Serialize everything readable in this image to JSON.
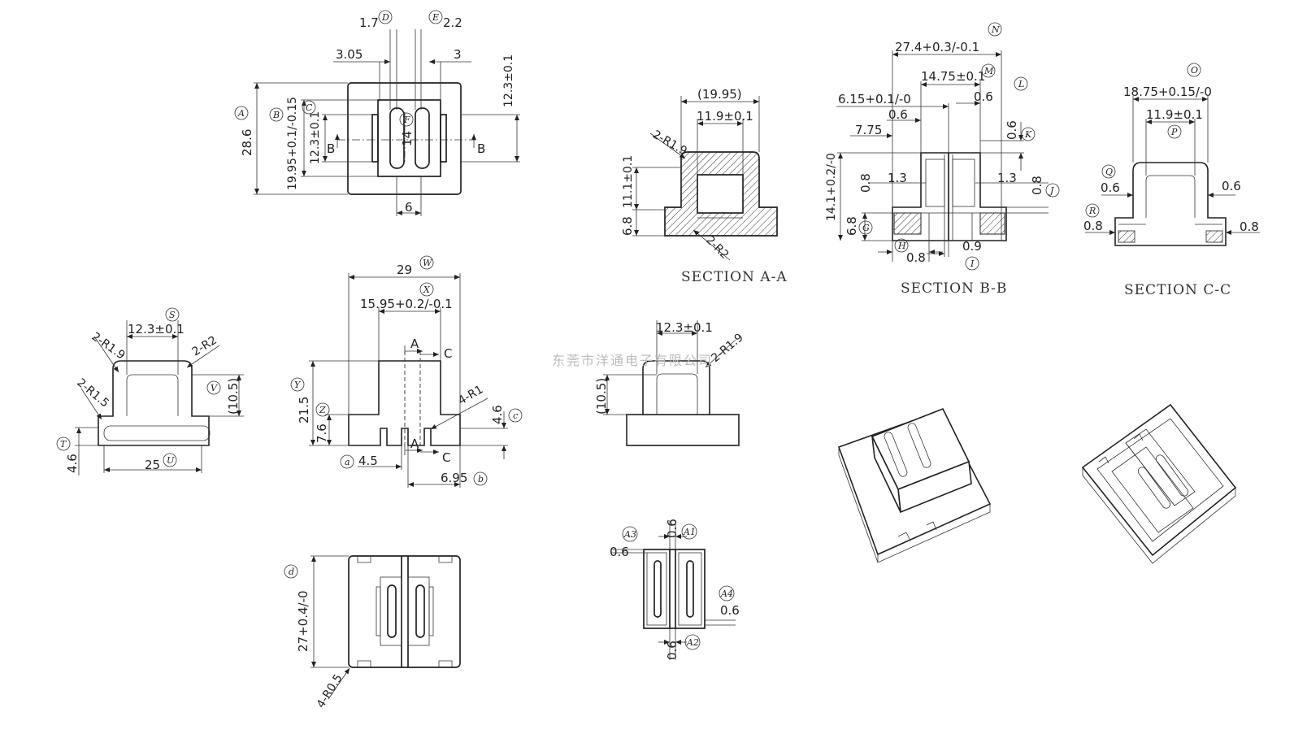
{
  "watermark": "东莞市洋通电子有限公司",
  "sections": {
    "aa": "SECTION A-A",
    "bb": "SECTION B-B",
    "cc": "SECTION C-C"
  },
  "top_view": {
    "dims": [
      "1.7",
      "2.2",
      "3.05",
      "3",
      "28.6",
      "19.95+0.1/-0.15",
      "12.3±0.1",
      "12.3±0.1",
      "14",
      "6"
    ],
    "markers": [
      "D",
      "E",
      "A",
      "B",
      "C",
      "F"
    ],
    "cut_labels": [
      "B",
      "B"
    ]
  },
  "section_aa": {
    "dims": [
      "(19.95)",
      "11.9±0.1",
      "2-R1.9",
      "11.1±0.1",
      "6.8",
      "2-R2"
    ]
  },
  "section_bb": {
    "dims": [
      "27.4+0.3/-0.1",
      "14.75±0.1",
      "6.15+0.1/-0",
      "0.6",
      "0.6",
      "0.6",
      "7.75",
      "14.1+0.2/-0",
      "0.8",
      "1.3",
      "1.3",
      "0.8",
      "6.8",
      "0.8",
      "0.9"
    ],
    "markers": [
      "N",
      "M",
      "L",
      "K",
      "J",
      "G",
      "H",
      "I"
    ]
  },
  "section_cc": {
    "dims": [
      "18.75+0.15/-0",
      "11.9±0.1",
      "0.6",
      "0.6",
      "0.8",
      "0.8"
    ],
    "markers": [
      "O",
      "P",
      "Q",
      "R"
    ]
  },
  "side_left": {
    "dims": [
      "12.3±0.1",
      "2-R1.9",
      "2-R2",
      "2-R1.5",
      "(10.5)",
      "4.6",
      "25"
    ],
    "markers": [
      "S",
      "V",
      "T",
      "U"
    ]
  },
  "front_view": {
    "dims": [
      "29",
      "15.95+0.2/-0.1",
      "21.5",
      "7.6",
      "4-R1",
      "4.6",
      "4.5",
      "6.95"
    ],
    "markers": [
      "W",
      "X",
      "Y",
      "Z",
      "c",
      "a",
      "b"
    ],
    "cut_labels": [
      "A",
      "C",
      "A",
      "C"
    ]
  },
  "side_right": {
    "dims": [
      "12.3±0.1",
      "2-R1.9",
      "(10.5)"
    ]
  },
  "bottom_view": {
    "dims": [
      "27+0.4/-0",
      "4-R0.5"
    ],
    "markers": [
      "d"
    ]
  },
  "bottom_detail": {
    "dims": [
      "0.6",
      "0.6",
      "0.6",
      "0.6"
    ],
    "markers": [
      "A3",
      "A1",
      "A4",
      "A2"
    ]
  }
}
